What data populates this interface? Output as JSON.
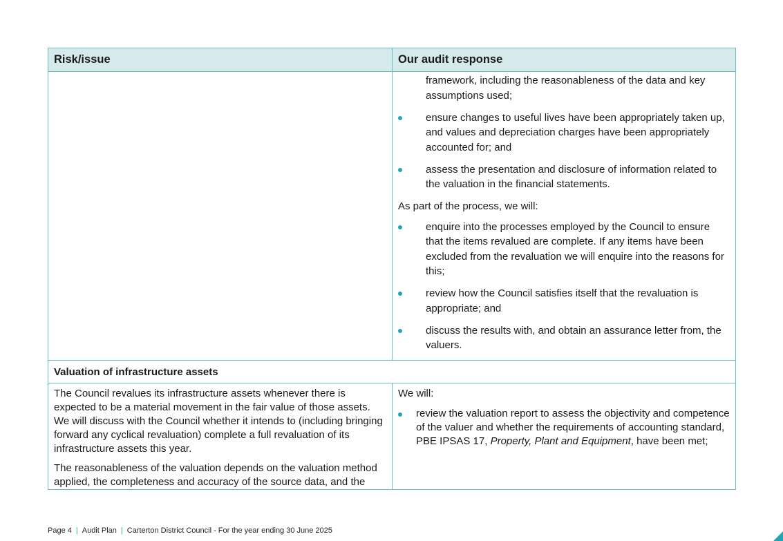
{
  "table": {
    "headers": [
      "Risk/issue",
      "Our audit response"
    ],
    "continued": {
      "first_fragment": "framework, including the reasonableness of the data and key assumptions used;",
      "bullets_a": [
        "ensure changes to useful lives have been appropriately taken up, and values and depreciation charges have been appropriately accounted for; and",
        "assess the presentation and disclosure of information related to the valuation in the financial statements."
      ],
      "intro": "As part of the process, we will:",
      "bullets_b": [
        "enquire into the processes employed by the Council to ensure that the items revalued are complete. If any items have been excluded from the revaluation we will enquire into the reasons for this;",
        "review how the Council satisfies itself that the revaluation is appropriate; and",
        "discuss the results with, and obtain an assurance letter from, the valuers."
      ]
    },
    "section_title": "Valuation of infrastructure assets",
    "left_paragraphs": [
      "The Council revalues its infrastructure assets whenever there is expected to be a material movement in the fair value of those assets. We will discuss with the Council whether it intends to (including bringing forward any cyclical revaluation) complete a full revaluation of its infrastructure assets this year.",
      "The reasonableness of the valuation depends on the valuation method applied, the completeness and accuracy of the source data, and the"
    ],
    "right_intro": "We will:",
    "right_bullet": {
      "before": "review the valuation report to assess the objectivity and competence of the valuer and whether the requirements of accounting standard, PBE IPSAS 17, ",
      "italic": "Property, Plant and Equipment",
      "after": ", have been met;"
    }
  },
  "footer": {
    "page": "Page 4",
    "doc": "Audit Plan",
    "entity": "Carterton District Council - For the year ending 30 June 2025"
  },
  "colors": {
    "accent": "#1fa6b2",
    "header_bg": "#d5eaea",
    "border": "#6bbcbf"
  }
}
